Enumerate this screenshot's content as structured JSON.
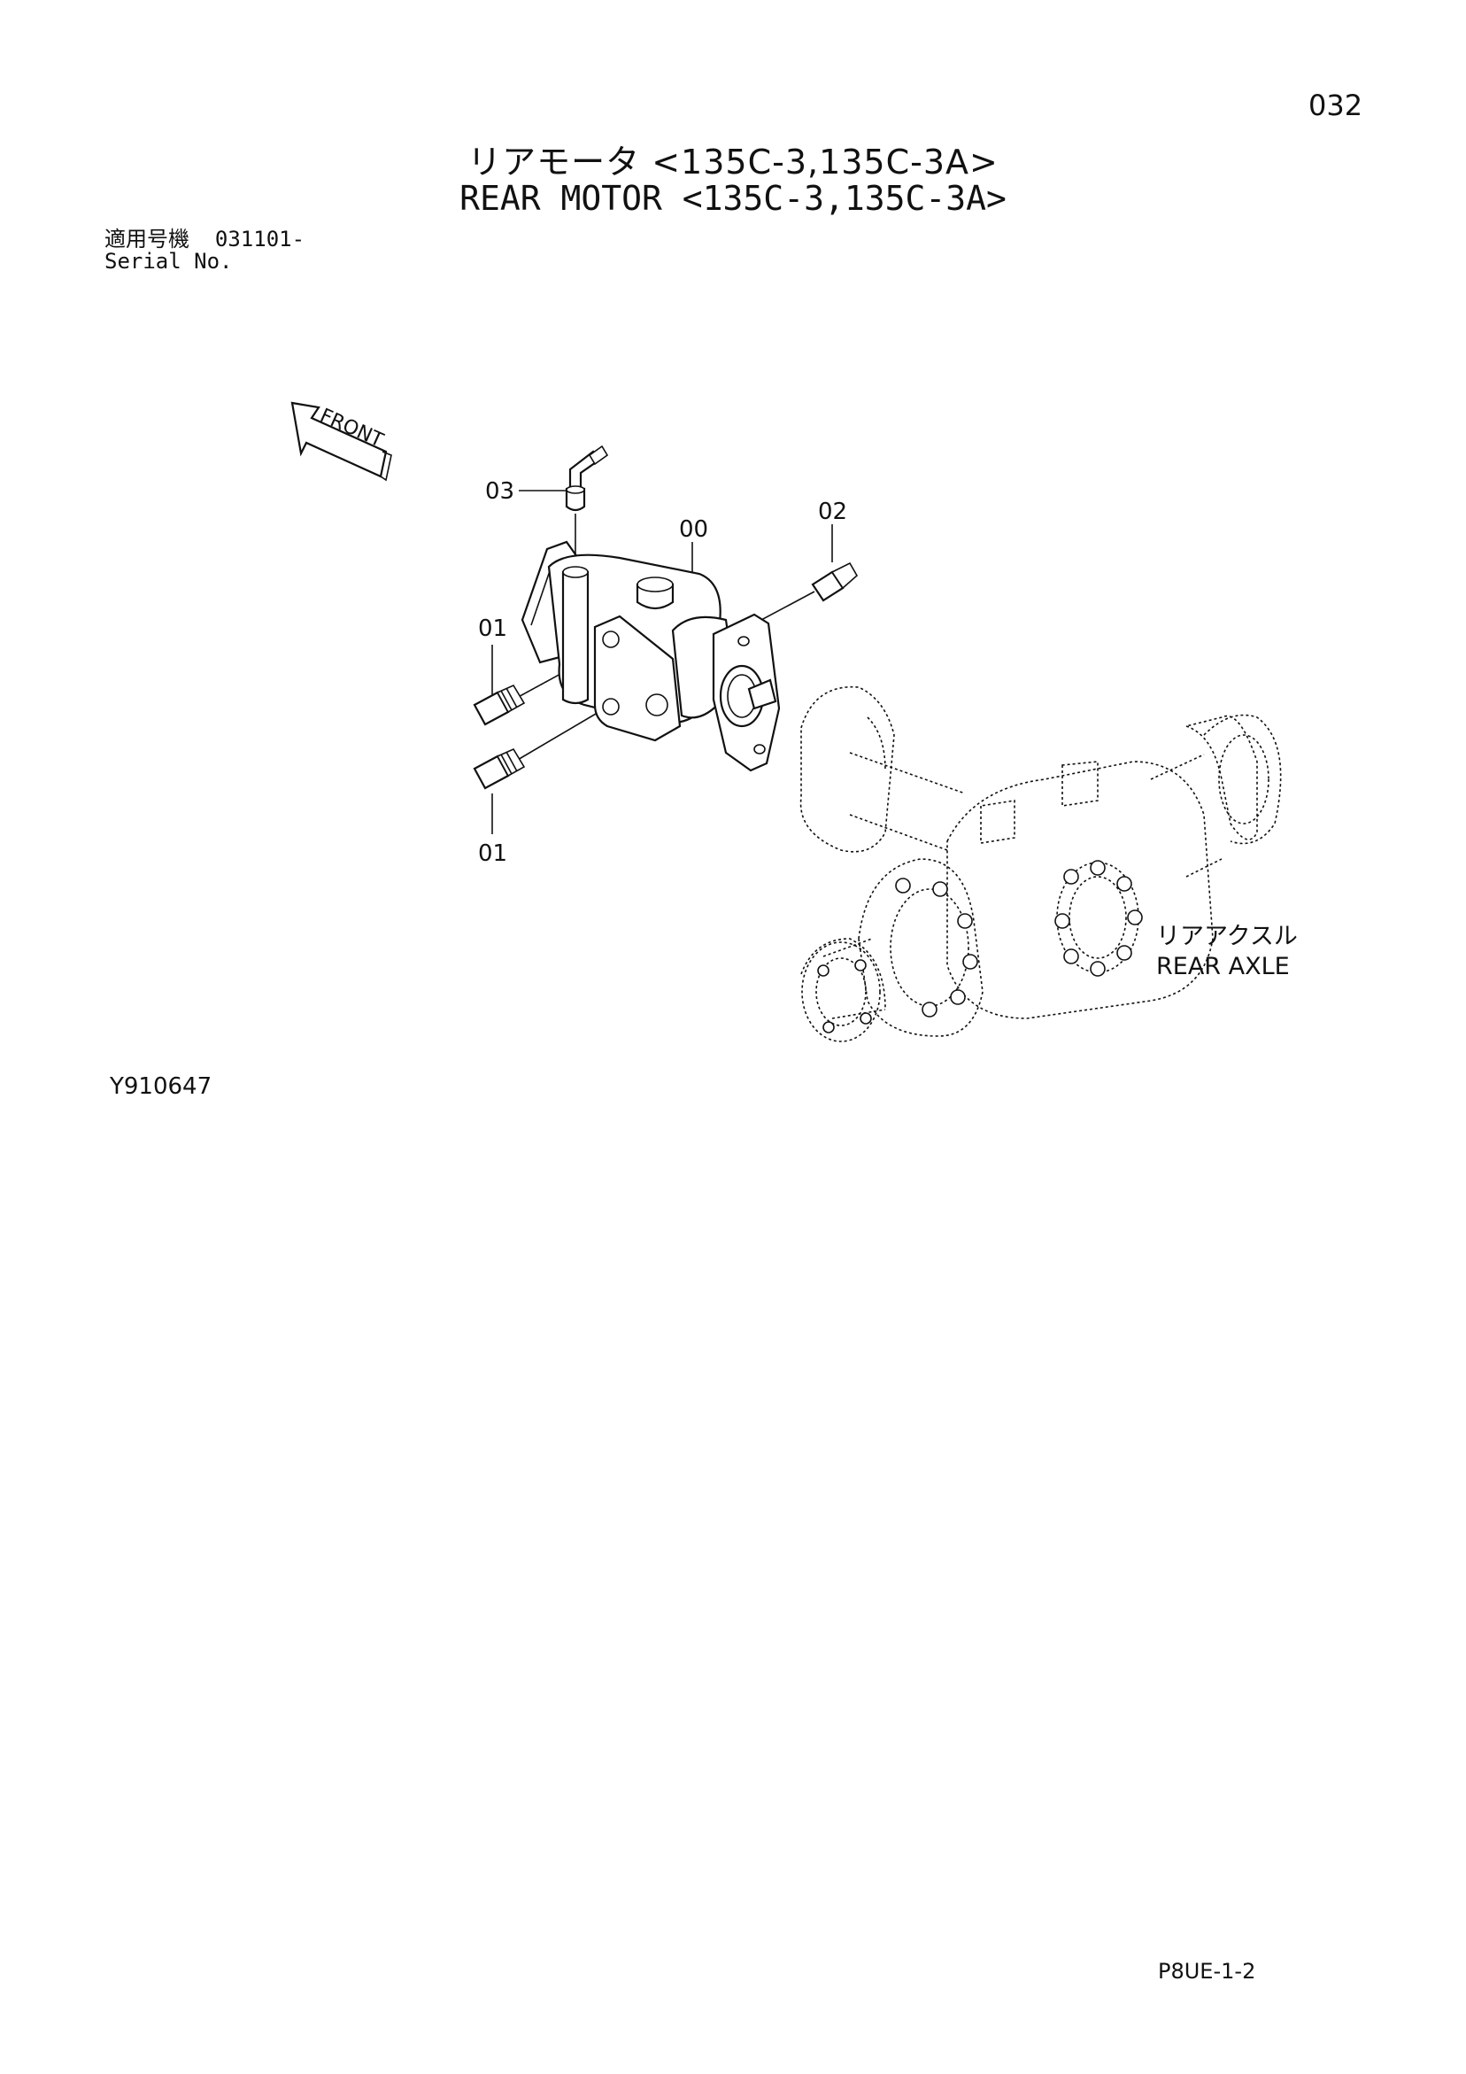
{
  "page": {
    "page_number": "032",
    "title_jp": "リアモータ <135C-3,135C-3A>",
    "title_en": "REAR MOTOR <135C-3,135C-3A>",
    "serial_label_jp": "適用号機",
    "serial_number": "031101-",
    "serial_label_en": "Serial No.",
    "figure_code": "Y910647",
    "sheet_code": "P8UE-1-2"
  },
  "diagram": {
    "front_label": "FRONT",
    "callouts": {
      "part_03": "03",
      "part_00": "00",
      "part_02": "02",
      "part_01_upper": "01",
      "part_01_lower": "01"
    },
    "rear_axle_label_jp": "リアアクスル",
    "rear_axle_label_en": "REAR AXLE"
  }
}
